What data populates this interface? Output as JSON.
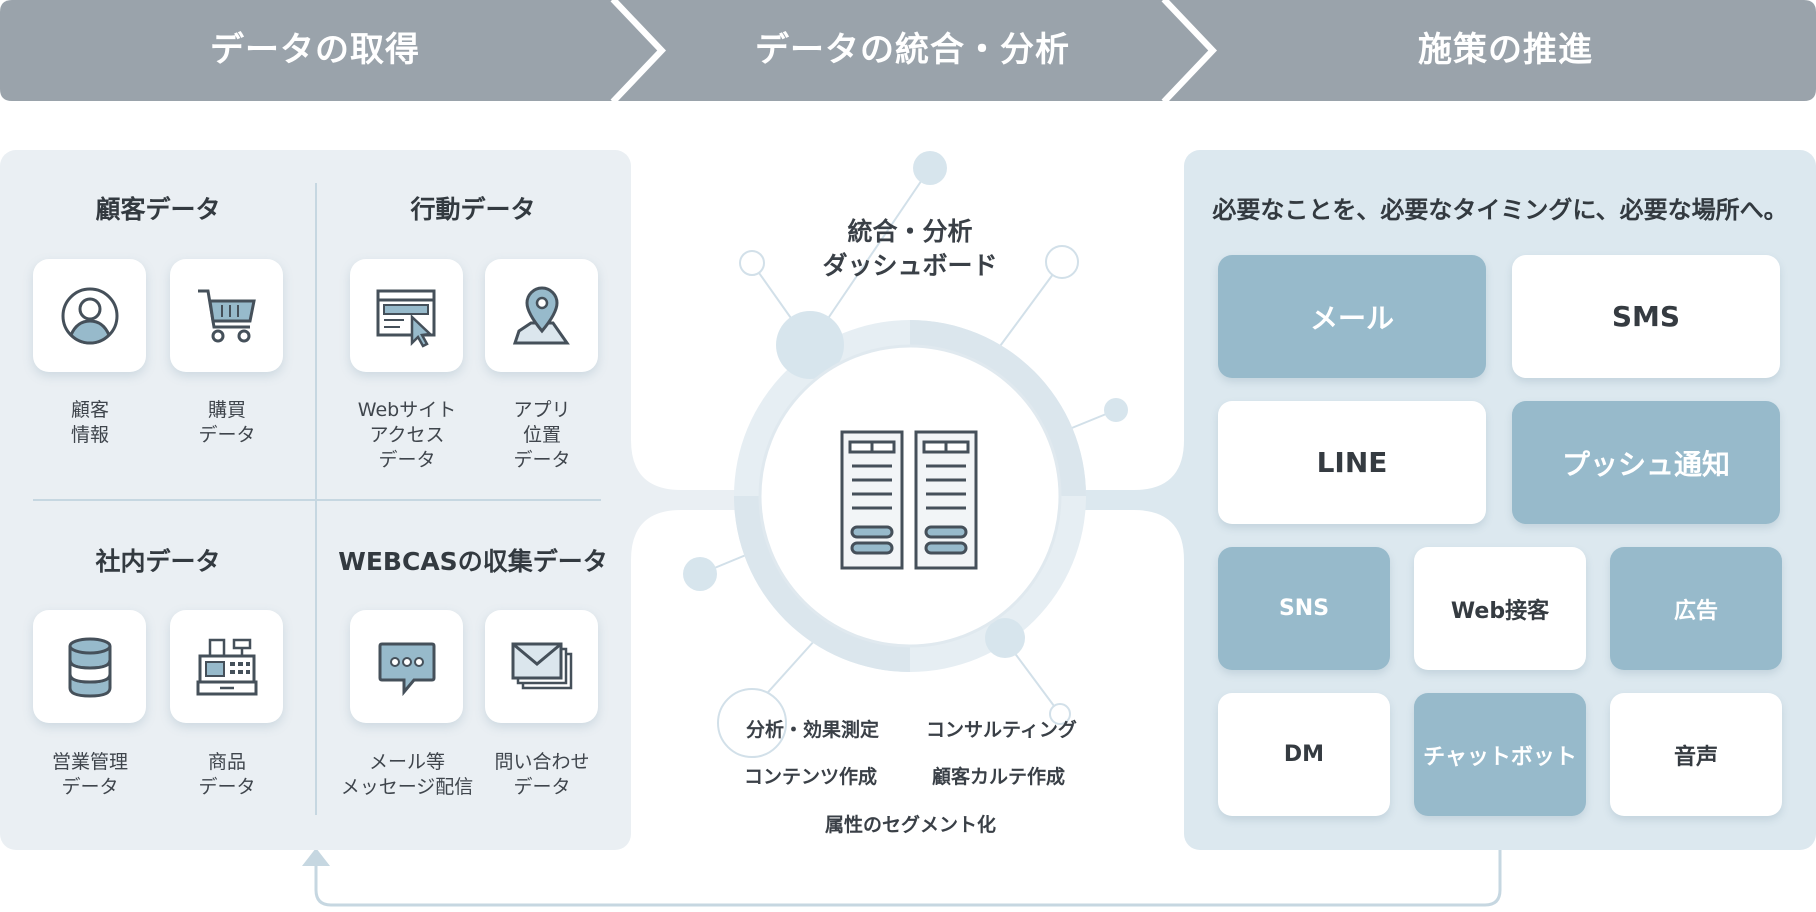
{
  "stages": [
    "データの取得",
    "データの統合・分析",
    "施策の推進"
  ],
  "acquisition": {
    "categories": [
      {
        "title": "顧客データ",
        "items": [
          {
            "icon": "user-icon",
            "label": "顧客\n情報"
          },
          {
            "icon": "shopping-cart-icon",
            "label": "購買\nデータ"
          }
        ]
      },
      {
        "title": "行動データ",
        "items": [
          {
            "icon": "webpage-cursor-icon",
            "label": "Webサイト\nアクセス\nデータ"
          },
          {
            "icon": "map-pin-icon",
            "label": "アプリ\n位置\nデータ"
          }
        ]
      },
      {
        "title": "社内データ",
        "items": [
          {
            "icon": "database-icon",
            "label": "営業管理\nデータ"
          },
          {
            "icon": "cash-register-icon",
            "label": "商品\nデータ"
          }
        ]
      },
      {
        "title": "WEBCASの収集データ",
        "items": [
          {
            "icon": "chat-bubble-icon",
            "label": "メール等\nメッセージ配信"
          },
          {
            "icon": "envelope-icon",
            "label": "問い合わせ\nデータ"
          }
        ]
      }
    ]
  },
  "center": {
    "title_line1": "統合・分析",
    "title_line2": "ダッシュボード",
    "features": [
      "分析・効果測定",
      "コンサルティング",
      "コンテンツ作成",
      "顧客カルテ作成",
      "属性のセグメント化"
    ]
  },
  "action": {
    "title": "必要なことを、必要なタイミングに、必要な場所へ。",
    "channels": [
      "メール",
      "SMS",
      "LINE",
      "プッシュ通知",
      "SNS",
      "Web接客",
      "広告",
      "DM",
      "チャットボット",
      "音声"
    ]
  },
  "colors": {
    "header": "#9aa3ab",
    "panel_left": "#eaeff3",
    "panel_right": "#dce8ef",
    "accent_blue": "#97bacb",
    "line": "#c6d7e1"
  }
}
